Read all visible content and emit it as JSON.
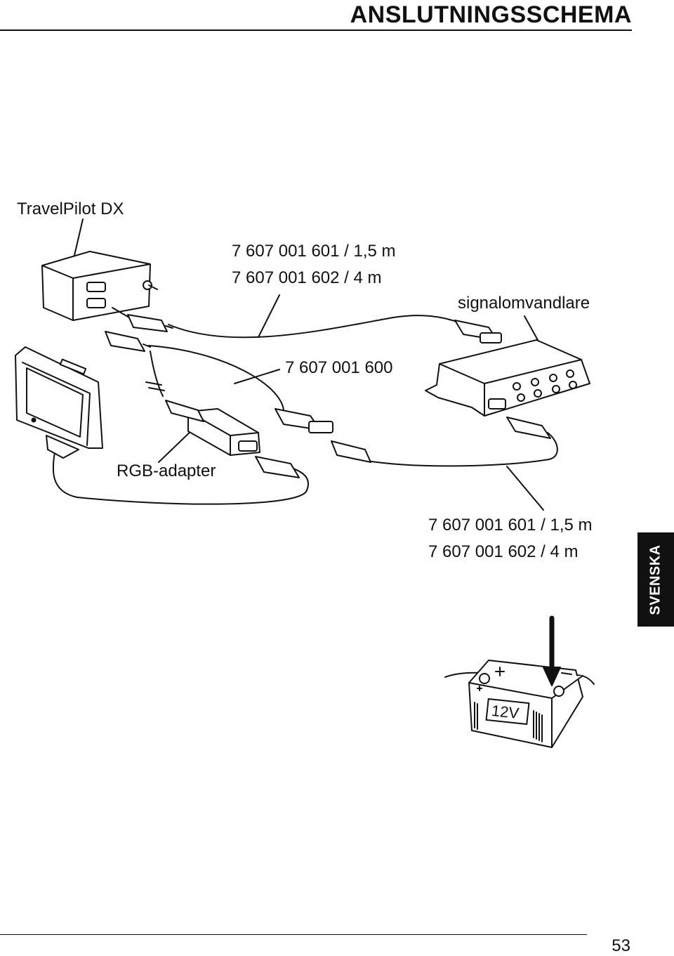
{
  "header": {
    "title": "ANSLUTNINGSSCHEMA"
  },
  "labels": {
    "travelpilot": "TravelPilot DX",
    "cable_top_1": "7 607 001 601 / 1,5 m",
    "cable_top_2": "7 607 001 602 /  4 m",
    "converter": "signalomvandlare",
    "cable_mid": "7 607 001 600",
    "rgb_adapter": "RGB-adapter",
    "cable_bottom_1": "7 607 001 601 / 1,5 m",
    "cable_bottom_2": "7 607 001 602 /  4 m",
    "battery_text": "12V",
    "battery_plus": "+",
    "battery_minus": "−"
  },
  "side_tab": {
    "label": "SVENSKA"
  },
  "footer": {
    "page_number": "53"
  }
}
